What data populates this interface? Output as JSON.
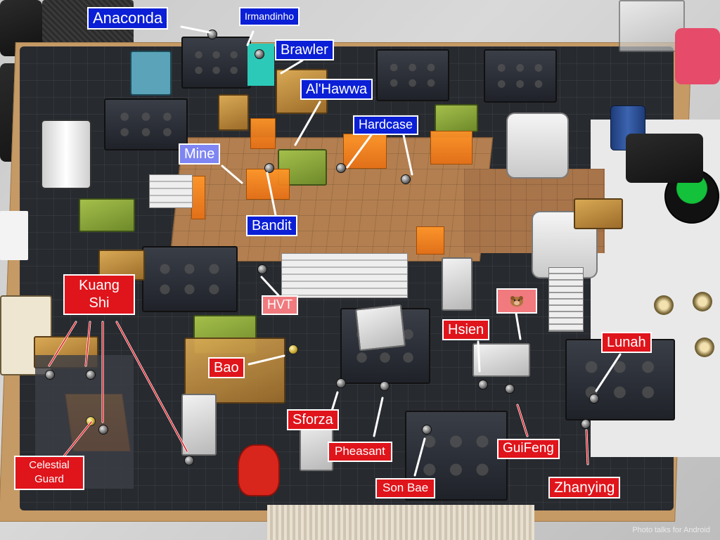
{
  "labels": {
    "anaconda": "Anaconda",
    "irmandinho": "Irmandinho",
    "brawler": "Brawler",
    "alhawwa": "Al'Hawwa",
    "hardcase": "Hardcase",
    "mine": "Mine",
    "bandit": "Bandit",
    "kuang_shi": "Kuang\nShi",
    "hvt": "HVT",
    "hsien": "Hsien",
    "lunah": "Lunah",
    "bao": "Bao",
    "sforza": "Sforza",
    "pheasant": "Pheasant",
    "celestial_guard": "Celestial\nGuard",
    "guifeng": "GuiFeng",
    "son_bae": "Son Bae",
    "zhanying": "Zhanying"
  },
  "watermark": "Photo talks for Android",
  "colors": {
    "blue_label": "#0a1fd6",
    "light_blue_label": "#7f86f3",
    "red_label": "#e0141b",
    "pink_label": "#f07a7e"
  },
  "icons": {
    "animal_sticker": "pig-icon"
  }
}
